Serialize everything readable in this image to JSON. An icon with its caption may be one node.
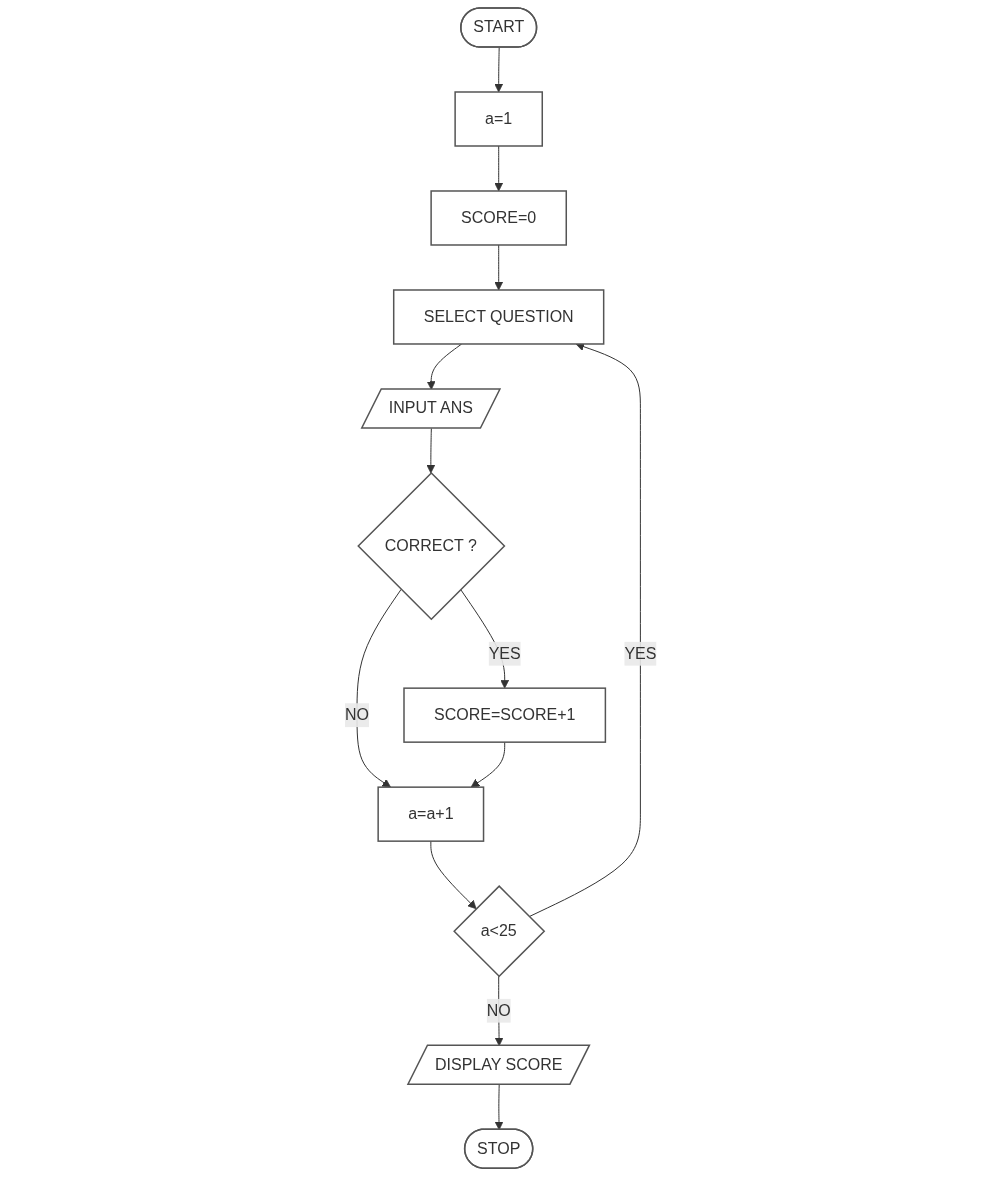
{
  "diagram": {
    "nodes": [
      {
        "text": [
          "START"
        ]
      },
      {
        "text": [
          "a=1"
        ]
      },
      {
        "text": [
          "SCORE=0"
        ]
      },
      {
        "text": [
          "SELECT QUESTION"
        ]
      },
      {
        "text": [
          "INPUT ANS"
        ]
      },
      {
        "text": [
          "CORRECT ?"
        ]
      },
      {
        "text": [
          "SCORE=SCORE+1"
        ]
      },
      {
        "text": [
          "a=a+1"
        ]
      },
      {
        "text": [
          "a<25"
        ]
      },
      {
        "text": [
          "DISPLAY SCORE"
        ]
      },
      {
        "text": [
          "STOP"
        ]
      }
    ],
    "edges": [
      {
        "from": 0,
        "to": 1,
        "arrow": "to"
      },
      {
        "from": 1,
        "to": 2,
        "arrow": "to"
      },
      {
        "from": 2,
        "to": 3,
        "arrow": "to"
      },
      {
        "from": 3,
        "to": 4,
        "arrow": "to"
      },
      {
        "from": 4,
        "to": 5,
        "arrow": "to"
      },
      {
        "from": 5,
        "to": 6,
        "label": "YES",
        "arrow": "to"
      },
      {
        "from": 5,
        "to": 7,
        "label": "NO",
        "arrow": "to"
      },
      {
        "from": 6,
        "to": 7,
        "arrow": "to"
      },
      {
        "from": 7,
        "to": 8,
        "arrow": "to"
      },
      {
        "from": 8,
        "to": 3,
        "label": "YES",
        "arrow": "to"
      },
      {
        "from": 8,
        "to": 9,
        "label": "NO",
        "arrow": "to"
      },
      {
        "from": 9,
        "to": 10,
        "arrow": "to"
      }
    ]
  }
}
